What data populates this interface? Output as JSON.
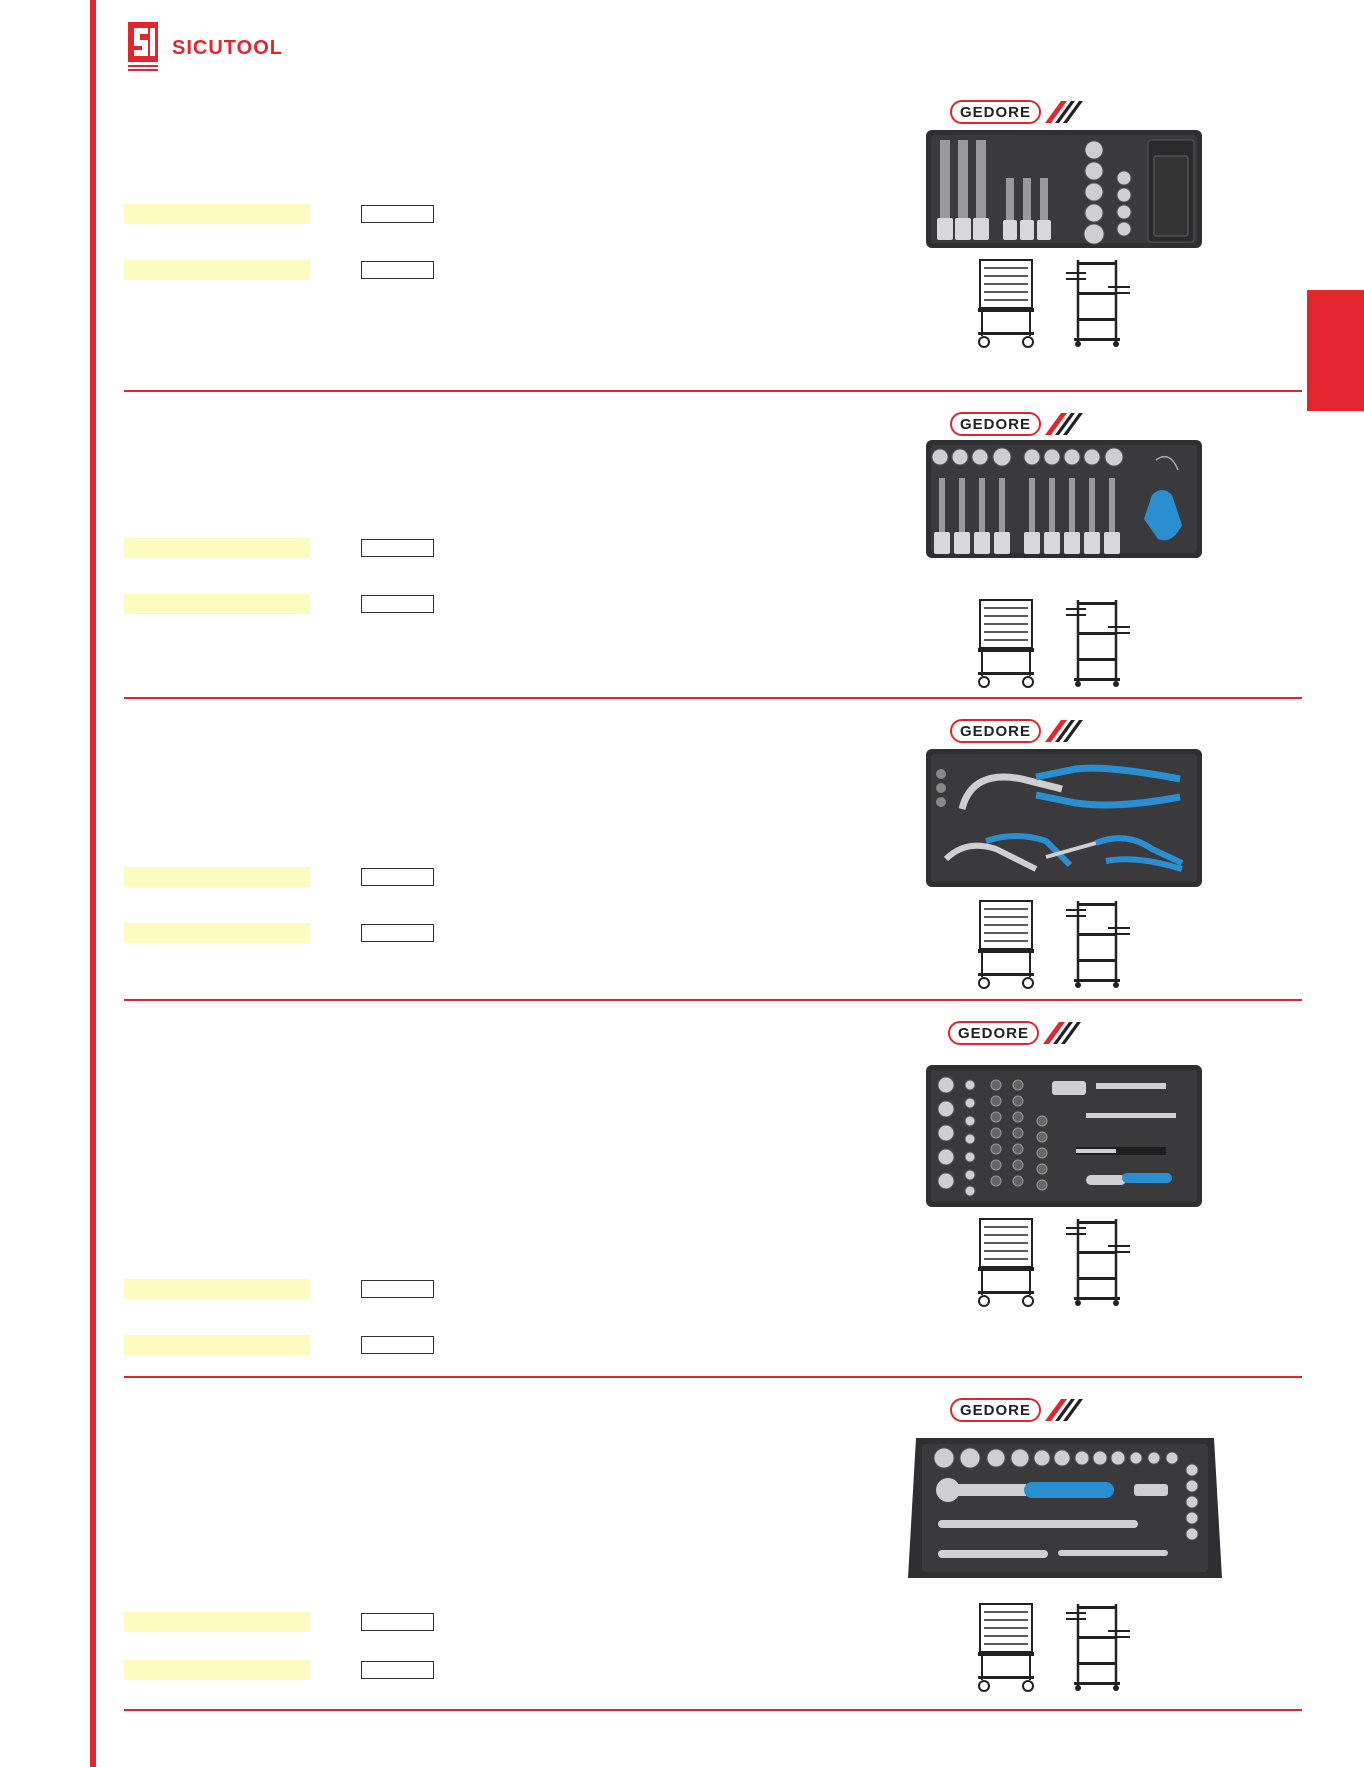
{
  "header": {
    "logo_text": "SICUTOOL",
    "brand_color": "#e3262e"
  },
  "icons": {
    "logo": "sicutool-logo-icon",
    "brand": "gedore-logo-icon",
    "trolley_front": "tool-trolley-front-icon",
    "trolley_side": "tool-trolley-side-icon"
  },
  "sections": [
    {
      "brand": "GEDORE",
      "tray": "hex-bit-socket-tray"
    },
    {
      "brand": "GEDORE",
      "tray": "torx-bit-socket-tray"
    },
    {
      "brand": "GEDORE",
      "tray": "pliers-tray"
    },
    {
      "brand": "GEDORE",
      "tray": "quarter-inch-socket-set-tray"
    },
    {
      "brand": "GEDORE",
      "tray": "half-inch-socket-set-tray"
    }
  ],
  "colors": {
    "accent": "#e3262e",
    "field_highlight": "#fdfbc0",
    "tray": "#2f2f31",
    "handle_blue": "#2a8fd0"
  }
}
